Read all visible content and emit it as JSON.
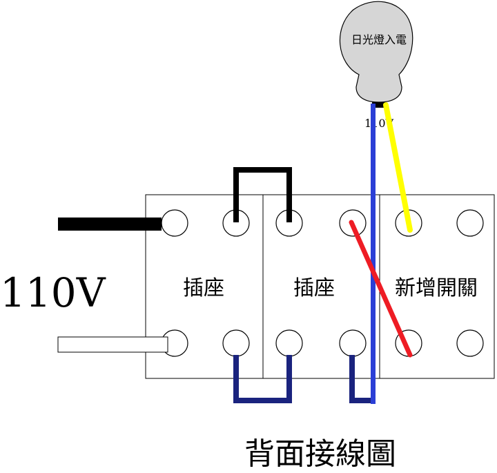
{
  "lamp": {
    "label": "日光燈入電",
    "voltage": "110V"
  },
  "supply": {
    "label": "110V"
  },
  "panels": [
    {
      "label": "插座"
    },
    {
      "label": "插座"
    },
    {
      "label": "新增開關"
    }
  ],
  "caption": "背面接線圖",
  "colors": {
    "black_wire": "#000000",
    "white_wire": "#ffffff",
    "navy_wire": "#1a237e",
    "blue_wire": "#2b3fd6",
    "red_wire": "#ee1c24",
    "yellow_wire": "#ffff00",
    "lamp_fill": "#d6d6d6"
  }
}
